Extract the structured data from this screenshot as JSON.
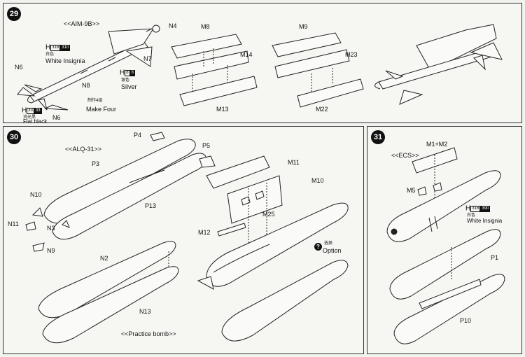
{
  "steps": [
    {
      "number": "29",
      "title": "<<AIM-9B>>",
      "parts": [
        "N4",
        "N7",
        "N8",
        "N6",
        "N6",
        "M8",
        "M14",
        "M13",
        "M9",
        "M23",
        "M22"
      ],
      "notes": {
        "make_four_zh": "制作4组",
        "make_four": "Make Four"
      },
      "colors": [
        {
          "code": "316",
          "zh": "白色",
          "name": "White Insignia",
          "hex": "#ffffff"
        },
        {
          "code": "8",
          "zh": "银色",
          "name": "Silver",
          "hex": "#c0c0c0"
        },
        {
          "code": "33",
          "zh": "消光黑",
          "name": "Flat black",
          "hex": "#111111"
        }
      ]
    },
    {
      "number": "30",
      "title": "<<ALQ-31>>",
      "subtitle": "<<Practice bomb>>",
      "parts": [
        "P4",
        "P5",
        "P3",
        "P13",
        "N10",
        "N11",
        "N3",
        "N9",
        "M11",
        "M10",
        "M25",
        "M12",
        "N2",
        "N13"
      ],
      "option": {
        "zh": "选择",
        "en": "Option"
      }
    },
    {
      "number": "31",
      "title": "<<ECS>>",
      "parts": [
        "M1+M2",
        "M5",
        "P1",
        "P10"
      ],
      "colors": [
        {
          "code": "316",
          "zh": "白色",
          "name": "White Insignia",
          "hex": "#ffffff"
        }
      ]
    }
  ],
  "paint_prefix": "H",
  "option_symbol": "?"
}
